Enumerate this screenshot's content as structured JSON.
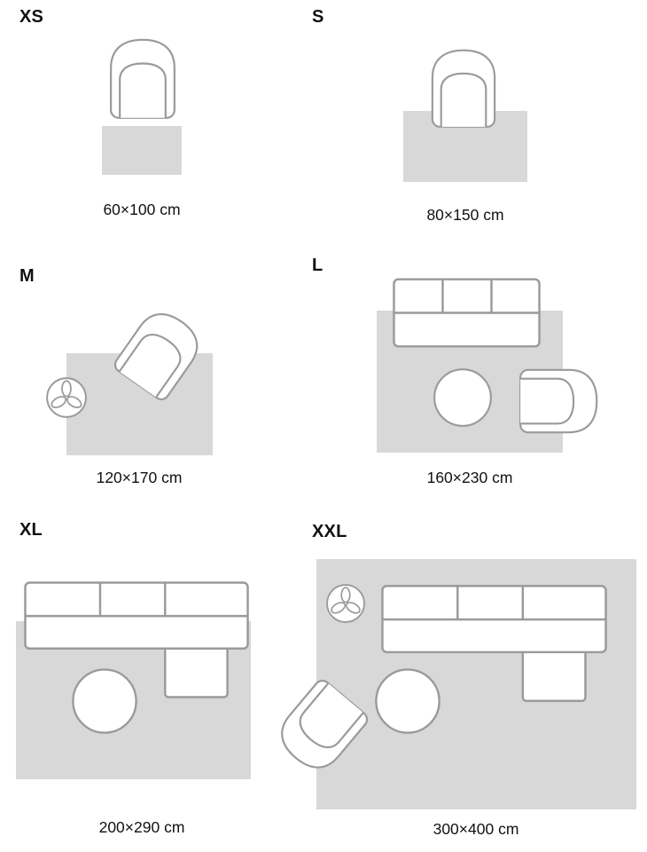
{
  "colors": {
    "background": "#ffffff",
    "rug_fill": "#d8d8d8",
    "outline": "#9a9a9a",
    "furniture_fill": "#ffffff",
    "text": "#111111"
  },
  "sections": [
    {
      "id": "xs",
      "label": "XS",
      "caption": "60×100 cm",
      "furniture": [
        "armchair-icon"
      ]
    },
    {
      "id": "s",
      "label": "S",
      "caption": "80×150 cm",
      "furniture": [
        "armchair-icon"
      ]
    },
    {
      "id": "m",
      "label": "M",
      "caption": "120×170 cm",
      "furniture": [
        "armchair-icon",
        "plant-icon"
      ]
    },
    {
      "id": "l",
      "label": "L",
      "caption": "160×230 cm",
      "furniture": [
        "sofa-icon",
        "coffee-table-icon",
        "armchair-icon"
      ]
    },
    {
      "id": "xl",
      "label": "XL",
      "caption": "200×290 cm",
      "furniture": [
        "sectional-sofa-icon",
        "coffee-table-icon"
      ]
    },
    {
      "id": "xxl",
      "label": "XXL",
      "caption": "300×400 cm",
      "furniture": [
        "plant-icon",
        "sectional-sofa-icon",
        "coffee-table-icon",
        "armchair-icon"
      ]
    }
  ]
}
